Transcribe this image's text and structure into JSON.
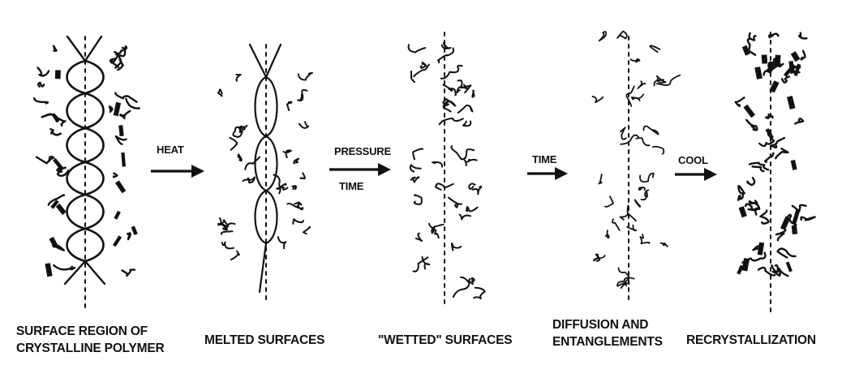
{
  "stages": [
    {
      "caption_lines": [
        "SURFACE REGION OF",
        "CRYSTALLINE POLYMER"
      ]
    },
    {
      "caption_lines": [
        "MELTED SURFACES"
      ]
    },
    {
      "caption_lines": [
        "\"WETTED\" SURFACES"
      ]
    },
    {
      "caption_lines": [
        "DIFFUSION AND",
        "ENTANGLEMENTS"
      ]
    },
    {
      "caption_lines": [
        "RECRYSTALLIZATION"
      ]
    }
  ],
  "arrows": [
    {
      "labels": [
        "HEAT"
      ]
    },
    {
      "labels": [
        "PRESSURE",
        "TIME"
      ]
    },
    {
      "labels": [
        "TIME"
      ]
    },
    {
      "labels": [
        "COOL"
      ]
    }
  ]
}
